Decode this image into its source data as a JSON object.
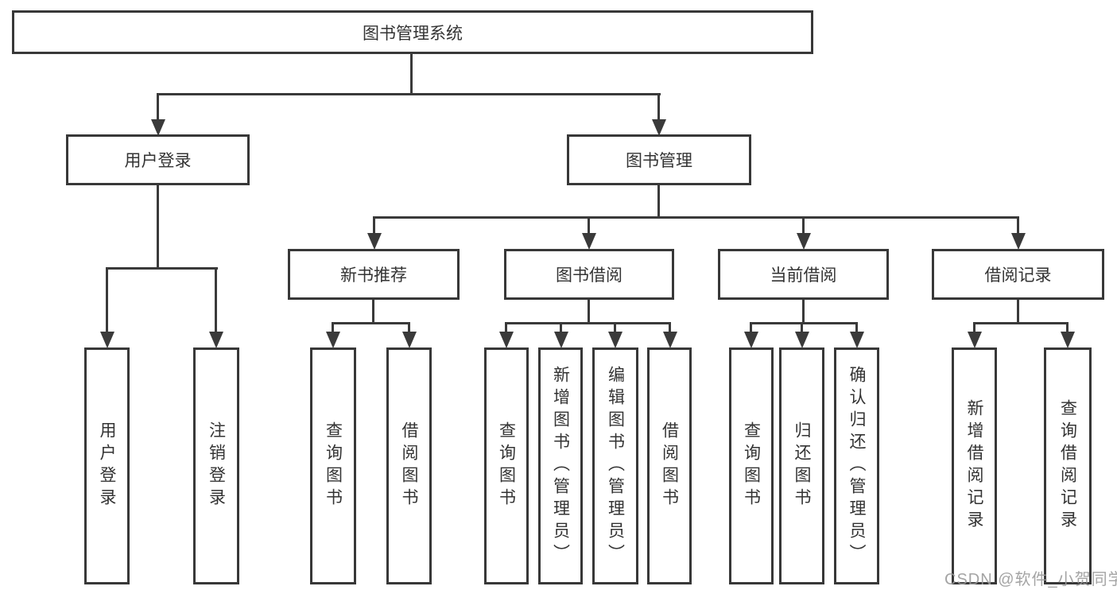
{
  "diagram": {
    "title_node": {
      "label": "图书管理系统"
    },
    "level1": [
      {
        "label": "用户登录"
      },
      {
        "label": "图书管理"
      }
    ],
    "level2": [
      {
        "label": "新书推荐"
      },
      {
        "label": "图书借阅"
      },
      {
        "label": "当前借阅"
      },
      {
        "label": "借阅记录"
      }
    ],
    "leaves": {
      "user_login": [
        "用户登录",
        "注销登录"
      ],
      "new_book": [
        "查询图书",
        "借阅图书"
      ],
      "book_borrow": [
        "查询图书",
        "新增图书（管理员）",
        "编辑图书（管理员）",
        "借阅图书"
      ],
      "current_borrow": [
        "查询图书",
        "归还图书",
        "确认归还（管理员）"
      ],
      "borrow_records": [
        "新增借阅记录",
        "查询借阅记录"
      ]
    },
    "watermark": "CSDN @软件_小贺同学",
    "colors": {
      "line": "#3a3a3a",
      "box_border": "#383838",
      "text": "#333333",
      "watermark": "#9a9a9a",
      "background": "#ffffff"
    }
  }
}
